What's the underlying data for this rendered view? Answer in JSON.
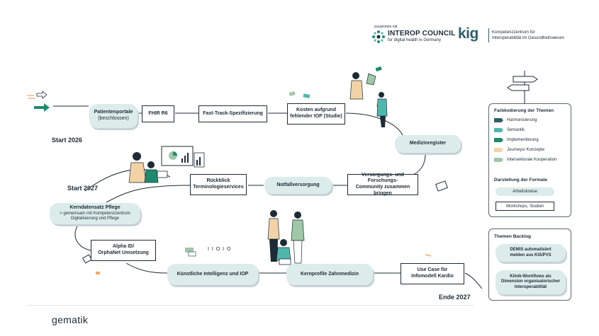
{
  "header": {
    "partner_prefix": "zusammen mit",
    "interop_name": "INTEROP COUNCIL",
    "interop_tagline": "for digital health in Germany",
    "kig_logo": "kig",
    "kig_line1": "Kompetenzzentrum für",
    "kig_line2": "Interoperabilität im Gesundheitswesen"
  },
  "timeline": {
    "start_2026": "Start 2026",
    "start_2027": "Start 2027",
    "end_2027": "Ende 2027",
    "binary_text": "I I O I O"
  },
  "nodes": {
    "patientenportale": "Patientenportale",
    "patientenportale_sub": "(beschlossen)",
    "fhir": "FHIR R6",
    "fasttrack": "Fast-Track-Spezifizierung",
    "kosten": "Kosten aufgrund\nfehlender IOP (Studie)",
    "medizinregister": "Medizinregister",
    "versorgung": "Versorgungs- und Forschungs-\nCommunity zusammen bringen",
    "notfall": "Notfallversorgung",
    "rueckblick": "Rückblick\nTerminologieservices",
    "kerndatensatz": "Kerndatensatz Pflege",
    "kerndatensatz_sub": "> gemeinsam mit Kompetenzzentrum\nDigitalisierung und Pflege",
    "alphaid": "Alpha ID/\nOrphaNet Umsetzung",
    "ki": "Künstliche Intelligenz und IOP",
    "zahn": "Kernprofile Zahnmedizin",
    "usecase": "Use Case für\nInfomodell Kardio"
  },
  "legend": {
    "title": "Farbkodierung der Themen",
    "items": [
      {
        "label": "Harmonisierung",
        "color": "#2e5e68"
      },
      {
        "label": "Semantik",
        "color": "#4fb8ad"
      },
      {
        "label": "Implementierung",
        "color": "#1e8a6e"
      },
      {
        "label": "Journeys/ Konzepte",
        "color": "#f3d3a6"
      },
      {
        "label": "Intersektorale Kooperation",
        "color": "#9fc7a8"
      }
    ],
    "formats_title": "Darstellung der Formate",
    "format_pill": "Arbeitskreise",
    "format_box": "Workshops, Studien"
  },
  "backlog": {
    "title": "Themen Backlog",
    "item1": "DEMIS automatisiert\nmelden aus KIS/PVS",
    "item2": "Klinik-Workflows als\nDimension organisatorischer\nInteroperabilität"
  },
  "footer": {
    "brand": "gematik"
  },
  "colors": {
    "navy": "#1d2b36",
    "pill": "#dbeceb",
    "teal_dark": "#2e5e68",
    "teal": "#4fb8ad",
    "green": "#1e8a6e",
    "peach": "#f3d3a6",
    "sage": "#9fc7a8"
  }
}
